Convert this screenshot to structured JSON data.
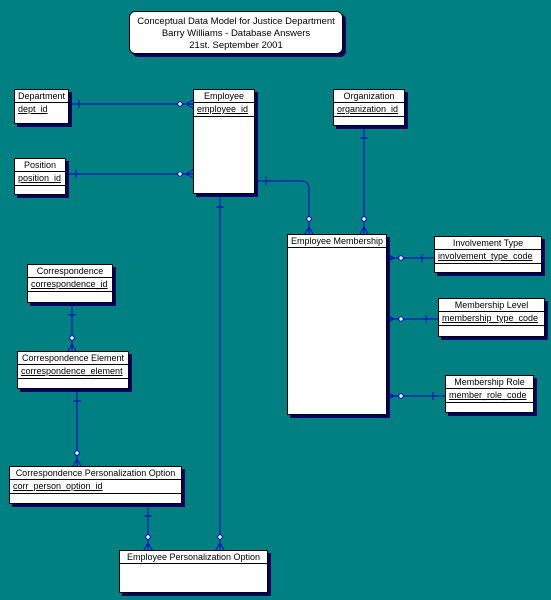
{
  "title": {
    "line1": "Conceptual Data Model for Justice Department",
    "line2": "Barry Williams - Database Answers",
    "line3": "21st. September 2001"
  },
  "entities": {
    "department": {
      "name": "Department",
      "key": "dept_id"
    },
    "employee": {
      "name": "Employee",
      "key": "employee_id"
    },
    "organization": {
      "name": "Organization",
      "key": "organization_id"
    },
    "position": {
      "name": "Position",
      "key": "position_id"
    },
    "employee_membership": {
      "name": "Employee Membership"
    },
    "involvement_type": {
      "name": "Involvement Type",
      "key": "involvement_type_code"
    },
    "membership_level": {
      "name": "Membership Level",
      "key": "membership_type_code"
    },
    "membership_role": {
      "name": "Membership Role",
      "key": "member_role_code"
    },
    "correspondence": {
      "name": "Correspondence",
      "key": "correspondence_id"
    },
    "correspondence_element": {
      "name": "Correspondence Element",
      "key": "correspondence_element"
    },
    "corr_personalization_option": {
      "name": "Correspondence Personalization Option",
      "key": "corr_person_option_id"
    },
    "employee_personalization_option": {
      "name": "Employee Personalization Option"
    }
  },
  "colors": {
    "background": "#008080",
    "entity_fill": "#ffffff",
    "relationship_line": "#0000cc",
    "shadow": "#000060"
  }
}
